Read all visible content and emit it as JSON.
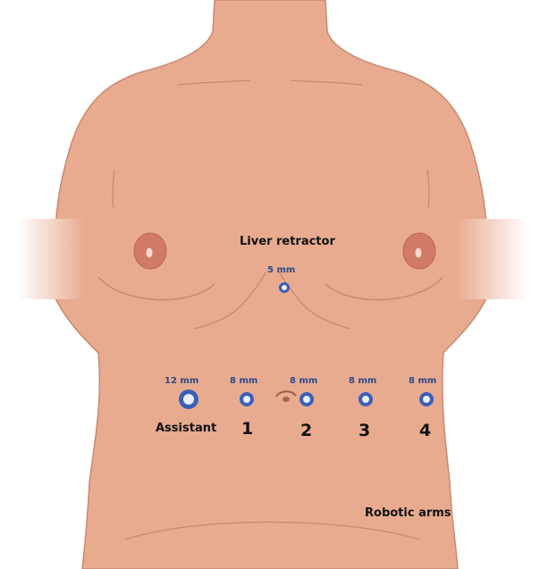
{
  "labels": {
    "liver_retractor": "Liver retractor",
    "robotic_arms": "Robotic arms",
    "assistant": "Assistant"
  },
  "ports": [
    {
      "size": "5 mm",
      "role": ""
    },
    {
      "size": "12 mm",
      "role": "Assistant"
    },
    {
      "size": "8 mm",
      "role": "1"
    },
    {
      "size": "8 mm",
      "role": "2"
    },
    {
      "size": "8 mm",
      "role": "3"
    },
    {
      "size": "8 mm",
      "role": "4"
    }
  ],
  "colors": {
    "skin": "#e8ab8f",
    "skin_line": "#c88a70",
    "areola": "#d27a68",
    "port_ring": "#3a5fb8",
    "port_fill": "#e8eefb",
    "label_blue": "#2d4a87"
  }
}
